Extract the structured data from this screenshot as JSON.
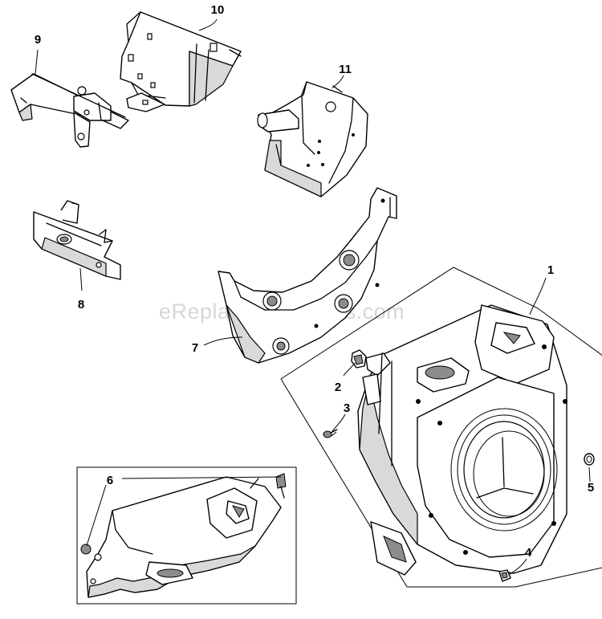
{
  "diagram": {
    "watermark": "eReplacementParts.com",
    "callouts": {
      "c1": "1",
      "c2": "2",
      "c3": "3",
      "c4": "4",
      "c5": "5",
      "c6": "6",
      "c7": "7",
      "c8": "8",
      "c9": "9",
      "c10": "10",
      "c11": "11"
    }
  }
}
